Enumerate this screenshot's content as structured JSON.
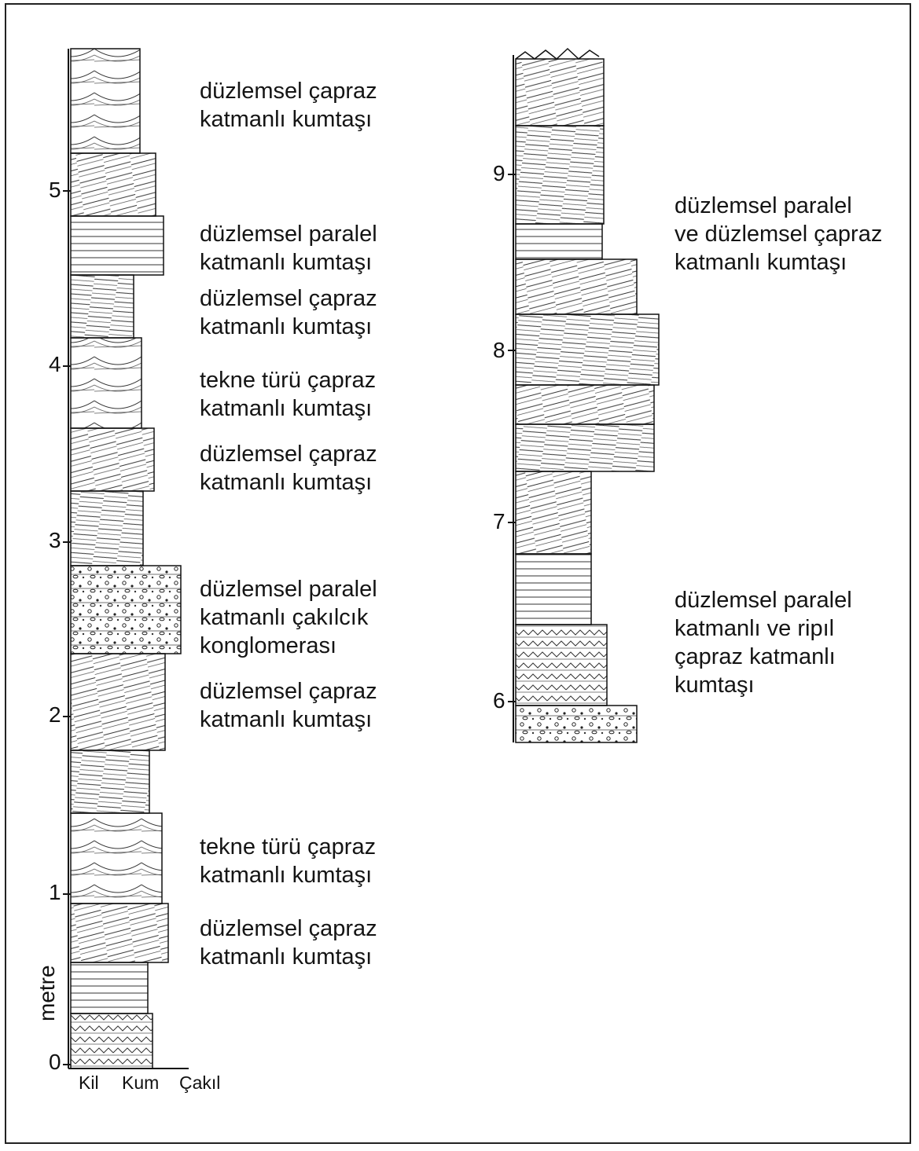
{
  "axis": {
    "title": "metre",
    "left_ticks": [
      "0",
      "1",
      "2",
      "3",
      "4",
      "5"
    ],
    "right_ticks": [
      "6",
      "7",
      "8",
      "9"
    ],
    "grain_size_labels": [
      "Kil",
      "Kum",
      "Çakıl"
    ]
  },
  "descriptions_left": [
    {
      "lines": [
        "düzlemsel çapraz",
        "katmanlı kumtaşı"
      ]
    },
    {
      "lines": [
        "düzlemsel paralel",
        "katmanlı kumtaşı"
      ]
    },
    {
      "lines": [
        "düzlemsel çapraz",
        "katmanlı kumtaşı"
      ]
    },
    {
      "lines": [
        "tekne türü çapraz",
        "katmanlı kumtaşı"
      ]
    },
    {
      "lines": [
        "düzlemsel çapraz",
        "katmanlı kumtaşı"
      ]
    },
    {
      "lines": [
        "düzlemsel paralel",
        "katmanlı çakılcık",
        "konglomerası"
      ]
    },
    {
      "lines": [
        "düzlemsel çapraz",
        "katmanlı kumtaşı"
      ]
    },
    {
      "lines": [
        "tekne türü çapraz",
        "katmanlı kumtaşı"
      ]
    },
    {
      "lines": [
        "düzlemsel çapraz",
        "katmanlı kumtaşı"
      ]
    }
  ],
  "descriptions_right": [
    {
      "lines": [
        "düzlemsel paralel",
        "ve düzlemsel çapraz",
        "katmanlı kumtaşı"
      ]
    },
    {
      "lines": [
        "düzlemsel paralel",
        "katmanlı ve ripıl",
        "çapraz katmanlı",
        "kumtaşı"
      ]
    }
  ],
  "chart_data": {
    "type": "stratigraphic-log",
    "units": "metre",
    "grain_size_scale": [
      "Kil",
      "Kum",
      "Çakıl"
    ],
    "layers": [
      {
        "bottom": 0.0,
        "top": 0.5,
        "lithology": "ripple cross-laminated sandstone"
      },
      {
        "bottom": 0.5,
        "top": 0.85,
        "lithology": "düzlemsel çapraz katmanlı kumtaşı"
      },
      {
        "bottom": 0.85,
        "top": 1.65,
        "lithology": "tekne türü çapraz katmanlı kumtaşı"
      },
      {
        "bottom": 1.65,
        "top": 2.3,
        "lithology": "düzlemsel çapraz katmanlı kumtaşı"
      },
      {
        "bottom": 2.3,
        "top": 2.85,
        "lithology": "düzlemsel paralel katmanlı çakılcık konglomerası"
      },
      {
        "bottom": 2.85,
        "top": 3.65,
        "lithology": "düzlemsel çapraz katmanlı kumtaşı"
      },
      {
        "bottom": 3.65,
        "top": 4.1,
        "lithology": "tekne türü çapraz katmanlı kumtaşı"
      },
      {
        "bottom": 4.1,
        "top": 4.55,
        "lithology": "düzlemsel çapraz katmanlı kumtaşı"
      },
      {
        "bottom": 4.55,
        "top": 4.85,
        "lithology": "düzlemsel paralel katmanlı kumtaşı"
      },
      {
        "bottom": 4.85,
        "top": 5.7,
        "lithology": "düzlemsel çapraz katmanlı kumtaşı"
      },
      {
        "bottom": 5.85,
        "top": 6.9,
        "lithology": "düzlemsel paralel katmanlı ve ripıl çapraz katmanlı kumtaşı"
      },
      {
        "bottom": 6.9,
        "top": 9.7,
        "lithology": "düzlemsel paralel ve düzlemsel çapraz katmanlı kumtaşı"
      }
    ]
  }
}
